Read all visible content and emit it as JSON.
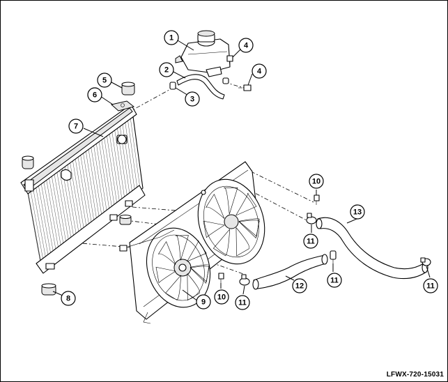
{
  "diagram_code": "LFWX-720-15031",
  "callouts": [
    {
      "id": "c1",
      "label": "1"
    },
    {
      "id": "c2",
      "label": "2"
    },
    {
      "id": "c3",
      "label": "3"
    },
    {
      "id": "c4a",
      "label": "4"
    },
    {
      "id": "c4b",
      "label": "4"
    },
    {
      "id": "c5",
      "label": "5"
    },
    {
      "id": "c6",
      "label": "6"
    },
    {
      "id": "c7",
      "label": "7"
    },
    {
      "id": "c8",
      "label": "8"
    },
    {
      "id": "c9",
      "label": "9"
    },
    {
      "id": "c10a",
      "label": "10"
    },
    {
      "id": "c10b",
      "label": "10"
    },
    {
      "id": "c11a",
      "label": "11"
    },
    {
      "id": "c11b",
      "label": "11"
    },
    {
      "id": "c11c",
      "label": "11"
    },
    {
      "id": "c11d",
      "label": "11"
    },
    {
      "id": "c12",
      "label": "12"
    },
    {
      "id": "c13",
      "label": "13"
    }
  ]
}
